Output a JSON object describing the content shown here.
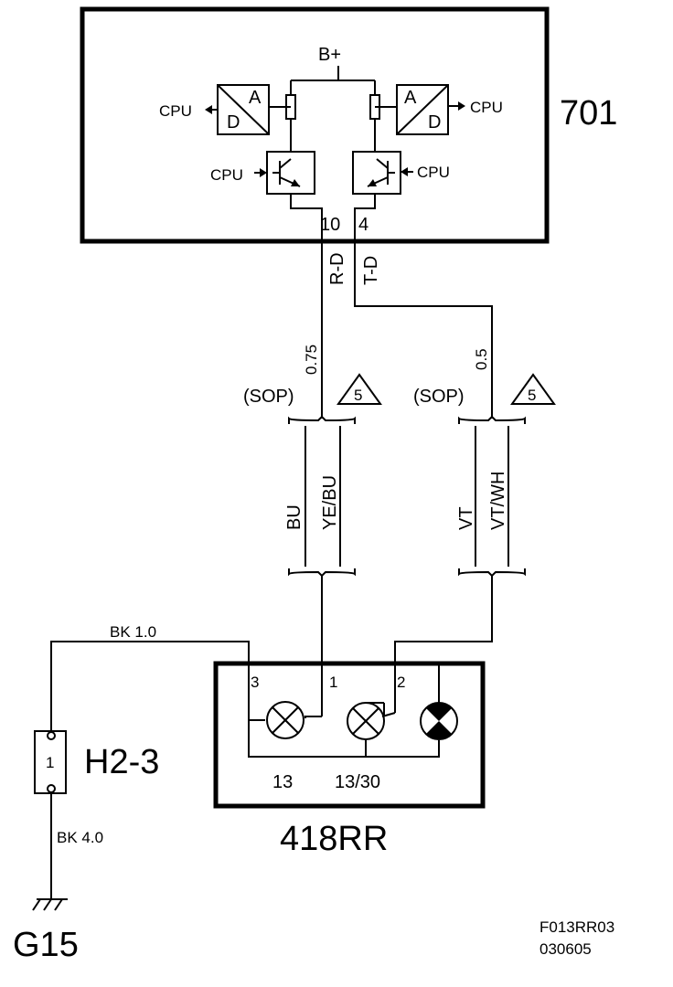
{
  "ecu": {
    "id": "701",
    "supply_label": "B+",
    "cpu_label": "CPU",
    "adc_a": "A",
    "adc_d": "D",
    "pin_left": "10",
    "pin_right": "4",
    "signal_left": "R-D",
    "signal_right": "T-D"
  },
  "wires": {
    "left_gauge": "0.75",
    "right_gauge": "0.5",
    "sop_label": "(SOP)",
    "note_number": "5",
    "left_colors": [
      "BU",
      "YE/BU"
    ],
    "right_colors": [
      "VT",
      "VT/WH"
    ],
    "ground_wire_top": "BK 1.0",
    "ground_wire_bottom": "BK 4.0"
  },
  "lamp_unit": {
    "id": "418RR",
    "pins": [
      "3",
      "1",
      "2"
    ],
    "terminal_left": "13",
    "terminal_right": "13/30"
  },
  "connector": {
    "id": "H2-3",
    "pin": "1"
  },
  "ground": {
    "id": "G15"
  },
  "footer": {
    "code": "F013RR03",
    "date": "030605"
  }
}
